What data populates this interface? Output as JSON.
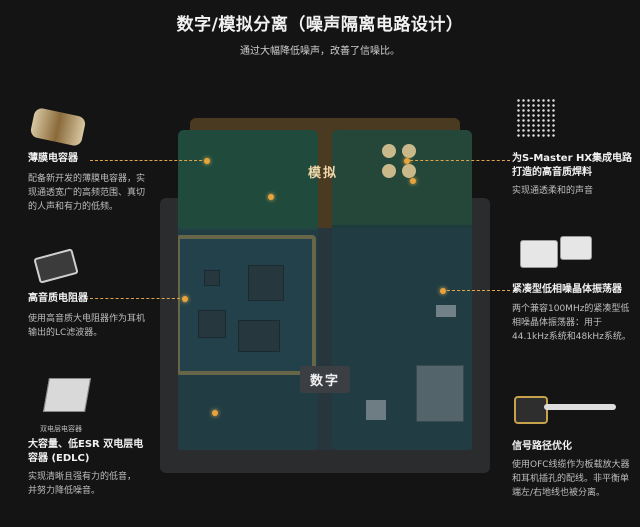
{
  "header": {
    "title": "数字/模拟分离（噪声隔离电路设计）",
    "subtitle": "通过大幅降低噪声，改善了信噪比。"
  },
  "board": {
    "analog_label": "模拟",
    "digital_label": "数字"
  },
  "left": [
    {
      "title": "薄膜电容器",
      "desc": "配备新开发的薄膜电容器，实现通透宽广的高频范围、真切的人声和有力的低频。"
    },
    {
      "title": "高音质电阻器",
      "desc": "使用高音质大电阻器作为耳机输出的LC滤波器。"
    },
    {
      "caption": "双电层电容器",
      "title": "大容量、低ESR 双电层电容器 (EDLC)",
      "desc": "实现清晰且强有力的低音，并努力降低噪音。"
    }
  ],
  "right": [
    {
      "title": "为S-Master HX集成电路打造的高音质焊料",
      "desc": "实现通透柔和的声音"
    },
    {
      "title": "紧凑型低相噪晶体振荡器",
      "desc": "两个兼容100MHz的紧凑型低相噪晶体振荡器：用于44.1kHz系统和48kHz系统。"
    },
    {
      "title": "信号路径优化",
      "desc": "使用OFC线缆作为板载放大器和耳机插孔的配线。非平衡单端左/右地线也被分离。"
    }
  ],
  "colors": {
    "accent": "#e8a33a",
    "background": "#141414",
    "gold": "#b89445"
  }
}
